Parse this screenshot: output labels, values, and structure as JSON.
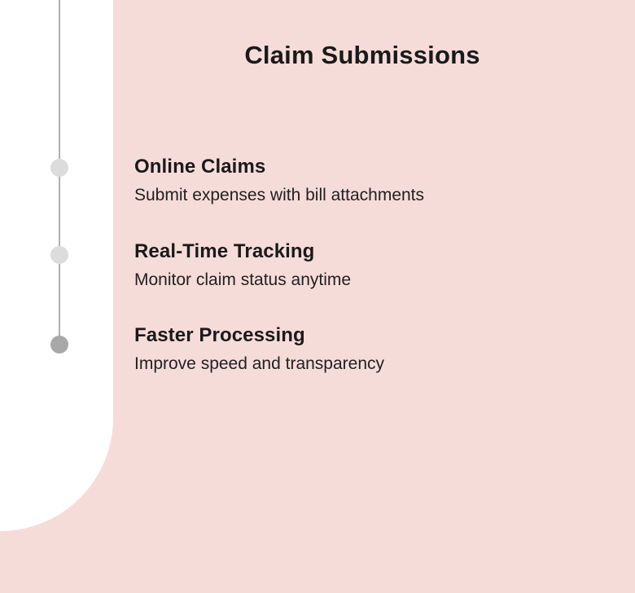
{
  "slide": {
    "title": "Claim Submissions",
    "items": [
      {
        "heading": "Online Claims",
        "description": "Submit expenses with bill attachments"
      },
      {
        "heading": "Real-Time Tracking",
        "description": "Monitor claim status anytime"
      },
      {
        "heading": "Faster Processing",
        "description": "Improve speed and transparency"
      }
    ],
    "timeline": {
      "dot_count": "3",
      "active_dot_index": "3"
    },
    "colors": {
      "background": "#f6dcd8",
      "panel": "#ffffff",
      "timeline_line": "#b1afaf",
      "dot_inactive": "#dcdcdc",
      "dot_active": "#a8a8a8",
      "heading_text": "#1a1a1a",
      "body_text": "#212121"
    }
  }
}
